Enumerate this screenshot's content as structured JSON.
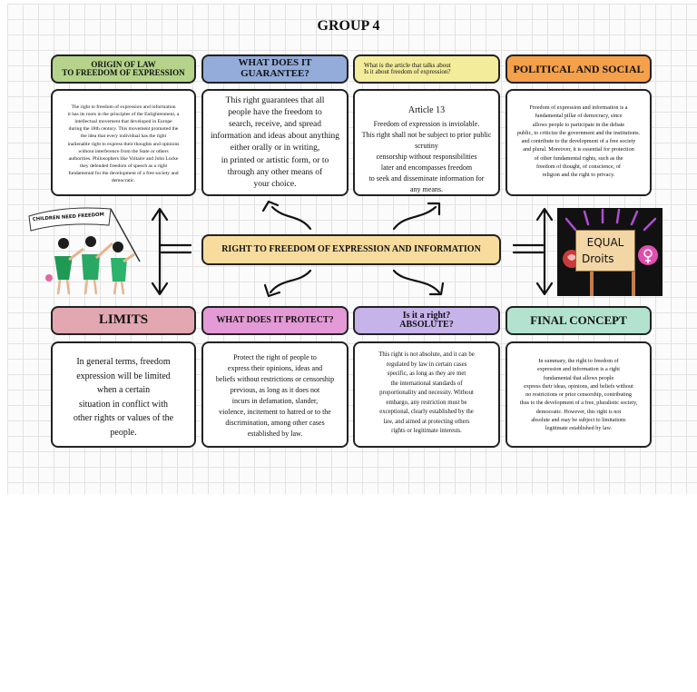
{
  "title": "GROUP 4",
  "colors": {
    "green": "#b5d38a",
    "blue": "#93acd9",
    "yellow": "#f3ec9b",
    "orange": "#f5a04a",
    "center": "#f8dc9e",
    "pink": "#e3a7b1",
    "magenta": "#e49ad6",
    "lavender": "#c6b3ea",
    "mint": "#b3e3cf"
  },
  "top": [
    {
      "header": "ORIGIN OF LAW\nTO FREEDOM OF EXPRESSION",
      "body": "The right to freedom of expression and information\nit has its roots in the principles of the Enlightenment, a\nintellectual movement that developed in Europe\nduring the 18th century. This movement promoted the\nthe idea that every individual has the right\ninalienable right to express their thoughts and opinions\nwithout interference from the State or others\nauthorities. Philosophers like Voltaire and John Locke\nthey defended freedom of speech as a right\nfundamental for the development of a free society and\ndemocratic."
    },
    {
      "header": "WHAT DOES IT GUARANTEE?",
      "body": "This right guarantees that all\npeople have the freedom to\nsearch, receive, and spread\ninformation and ideas about anything\neither orally or in writing,\nin printed or artistic form, or to\nthrough any other means of\nyour choice."
    },
    {
      "header": "What is the article that talks about\nIs it about freedom of expression?",
      "body_title": "Article 13",
      "body": "Freedom of expression is inviolable.\nThis right shall not be subject to prior public scrutiny\ncensorship without responsibilities\nlater and encompasses freedom\nto seek and disseminate information for\nany means."
    },
    {
      "header": "POLITICAL AND SOCIAL",
      "body": "Freedom of expression and information is a\nfundamental pillar of democracy, since\nallows people to participate in the debate\npublic, to criticize the government and the institutions.\nand contribute to the development of a free society\nand plural. Moreover, it is essential for protection\nof other fundamental rights, such as the\nfreedom of thought, of conscience, of\nreligion and the right to privacy."
    }
  ],
  "center": "RIGHT TO FREEDOM OF EXPRESSION AND INFORMATION",
  "bottom": [
    {
      "header": "LIMITS",
      "body": "In general terms, freedom\nexpression will be limited\nwhen a certain\nsituation in conflict with\nother rights or values of the\npeople."
    },
    {
      "header": "WHAT DOES IT PROTECT?",
      "body": "Protect the right of people to\nexpress their opinions, ideas and\nbeliefs without restrictions or censorship\nprevious, as long as it does not\nincurs in defamation, slander,\nviolence, incitement to hatred or to the\ndiscrimination, among other cases\nestablished by law."
    },
    {
      "header": "Is it a right?\nABSOLUTE?",
      "body": "This right is not absolute, and it can be\nregulated by law in certain cases\nspecific, as long as they are met\nthe international standards of\nproportionality and necessity. Without\nembargo, any restriction must be\nexceptional, clearly established by the\nlaw, and aimed at protecting others\nrights or legitimate interests."
    },
    {
      "header": "FINAL CONCEPT",
      "body": "In summary, the right to freedom of\nexpression and information is a right\nfundamental that allows people\nexpress their ideas, opinions, and beliefs without\nno restrictions or prior censorship, contributing\nthus to the development of a free, pluralistic society,\ndemocratic. However, this right is not\nabsolute and may be subject to limitations\nlegitimate established by law."
    }
  ],
  "illustrations": {
    "left_banner": "CHILDREN NEED FREEDOM",
    "right_sign_1": "EQUAL",
    "right_sign_2": "Droits"
  }
}
